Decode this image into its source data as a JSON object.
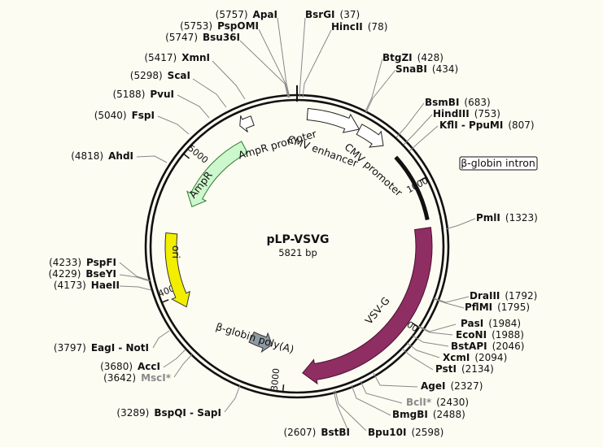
{
  "plasmid": {
    "name": "pLP-VSVG",
    "length_label": "5821 bp",
    "length": 5821
  },
  "colors": {
    "AmpR": "#cdf7cd",
    "ori": "#f2ee00",
    "VSV-G": "#8f2e63",
    "beta-globin poly(A)": "#8f9ba3",
    "CMV promoter": "#ffffff",
    "beta-globin intron": "#111111"
  },
  "ticks": [
    {
      "pos": 1000,
      "label": "1000"
    },
    {
      "pos": 2000,
      "label": "2000"
    },
    {
      "pos": 3000,
      "label": "3000"
    },
    {
      "pos": 4000,
      "label": "4000"
    },
    {
      "pos": 5000,
      "label": "5000"
    }
  ],
  "features": [
    {
      "name": "AmpR promoter",
      "label": "AmpR promoter",
      "start": 5411,
      "end": 5505,
      "strand": -1,
      "kind": "promoter"
    },
    {
      "name": "CMV enhancer",
      "label": "CMV enhancer",
      "start": 73,
      "end": 452,
      "strand": 1,
      "kind": "enhancer"
    },
    {
      "name": "CMV promoter",
      "label": "CMV promoter",
      "start": 453,
      "end": 656,
      "strand": 1,
      "kind": "promoter"
    },
    {
      "name": "beta-globin intron",
      "label": "β-globin intron",
      "start": 774,
      "end": 1270,
      "strand": 0,
      "kind": "intron"
    },
    {
      "name": "VSV-G",
      "label": "VSV-G",
      "start": 1325,
      "end": 2870,
      "strand": 1,
      "kind": "cds"
    },
    {
      "name": "beta-globin poly(A)",
      "label": "β-globin poly(A)",
      "start": 3140,
      "end": 3340,
      "strand": -1,
      "kind": "polyA"
    },
    {
      "name": "ori",
      "label": "ori",
      "start": 3900,
      "end": 4460,
      "strand": -1,
      "kind": "ori"
    },
    {
      "name": "AmpR",
      "label": "AmpR",
      "start": 4700,
      "end": 5370,
      "strand": -1,
      "kind": "cds"
    }
  ],
  "sites": [
    {
      "name": "ApaI",
      "pos": "(5757)",
      "gray": false
    },
    {
      "name": "PspOMI",
      "pos": "(5753)",
      "gray": false
    },
    {
      "name": "Bsu36I",
      "pos": "(5747)",
      "gray": false
    },
    {
      "name": "BsrGI",
      "pos": "(37)",
      "gray": false
    },
    {
      "name": "HincII",
      "pos": "(78)",
      "gray": false
    },
    {
      "name": "XmnI",
      "pos": "(5417)",
      "gray": false
    },
    {
      "name": "ScaI",
      "pos": "(5298)",
      "gray": false
    },
    {
      "name": "PvuI",
      "pos": "(5188)",
      "gray": false
    },
    {
      "name": "FspI",
      "pos": "(5040)",
      "gray": false
    },
    {
      "name": "AhdI",
      "pos": "(4818)",
      "gray": false
    },
    {
      "name": "BtgZI",
      "pos": "(428)",
      "gray": false
    },
    {
      "name": "SnaBI",
      "pos": "(434)",
      "gray": false
    },
    {
      "name": "BsmBI",
      "pos": "(683)",
      "gray": false
    },
    {
      "name": "HindIII",
      "pos": "(753)",
      "gray": false
    },
    {
      "name": "KflI - PpuMI",
      "pos": "(807)",
      "gray": false
    },
    {
      "name": "PmlI",
      "pos": "(1323)",
      "gray": false
    },
    {
      "name": "PspFI",
      "pos": "(4233)",
      "gray": false
    },
    {
      "name": "BseYI",
      "pos": "(4229)",
      "gray": false
    },
    {
      "name": "HaeII",
      "pos": "(4173)",
      "gray": false
    },
    {
      "name": "DraIII",
      "pos": "(1792)",
      "gray": false
    },
    {
      "name": "PflMI",
      "pos": "(1795)",
      "gray": false
    },
    {
      "name": "PasI",
      "pos": "(1984)",
      "gray": false
    },
    {
      "name": "EcoNI",
      "pos": "(1988)",
      "gray": false
    },
    {
      "name": "BstAPI",
      "pos": "(2046)",
      "gray": false
    },
    {
      "name": "XcmI",
      "pos": "(2094)",
      "gray": false
    },
    {
      "name": "PstI",
      "pos": "(2134)",
      "gray": false
    },
    {
      "name": "AgeI",
      "pos": "(2327)",
      "gray": false
    },
    {
      "name": "BclI*",
      "pos": "(2430)",
      "gray": true
    },
    {
      "name": "BmgBI",
      "pos": "(2488)",
      "gray": false
    },
    {
      "name": "Bpu10I",
      "pos": "(2598)",
      "gray": false
    },
    {
      "name": "BstBI",
      "pos": "(2607)",
      "gray": false
    },
    {
      "name": "EagI - NotI",
      "pos": "(3797)",
      "gray": false
    },
    {
      "name": "AccI",
      "pos": "(3680)",
      "gray": false
    },
    {
      "name": "MscI*",
      "pos": "(3642)",
      "gray": true
    },
    {
      "name": "BspQI - SapI",
      "pos": "(3289)",
      "gray": false
    }
  ]
}
